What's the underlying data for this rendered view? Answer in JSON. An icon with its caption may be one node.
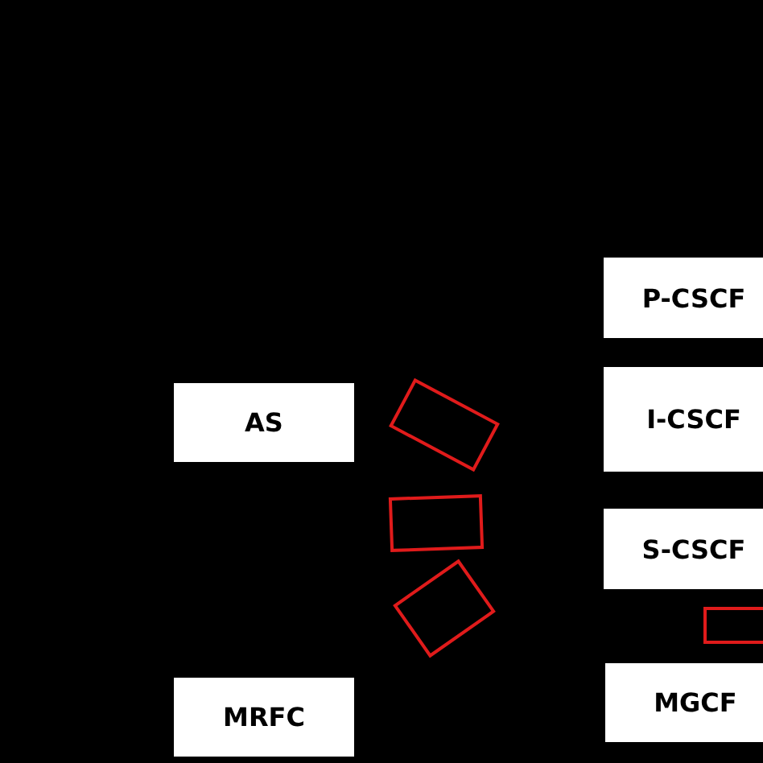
{
  "diagram": {
    "nodes": [
      {
        "text": [
          "P-CSCF"
        ]
      },
      {
        "text": [
          "I-CSCF"
        ]
      },
      {
        "text": [
          "AS"
        ]
      },
      {
        "text": [],
        "shape": "box"
      },
      {
        "text": [],
        "shape": "box"
      },
      {
        "text": [
          "S-CSCF"
        ]
      },
      {
        "text": [],
        "shape": "box"
      },
      {
        "text": [],
        "shape": "box"
      },
      {
        "text": [
          "MGCF"
        ]
      },
      {
        "text": [
          "MRFC"
        ]
      }
    ]
  }
}
